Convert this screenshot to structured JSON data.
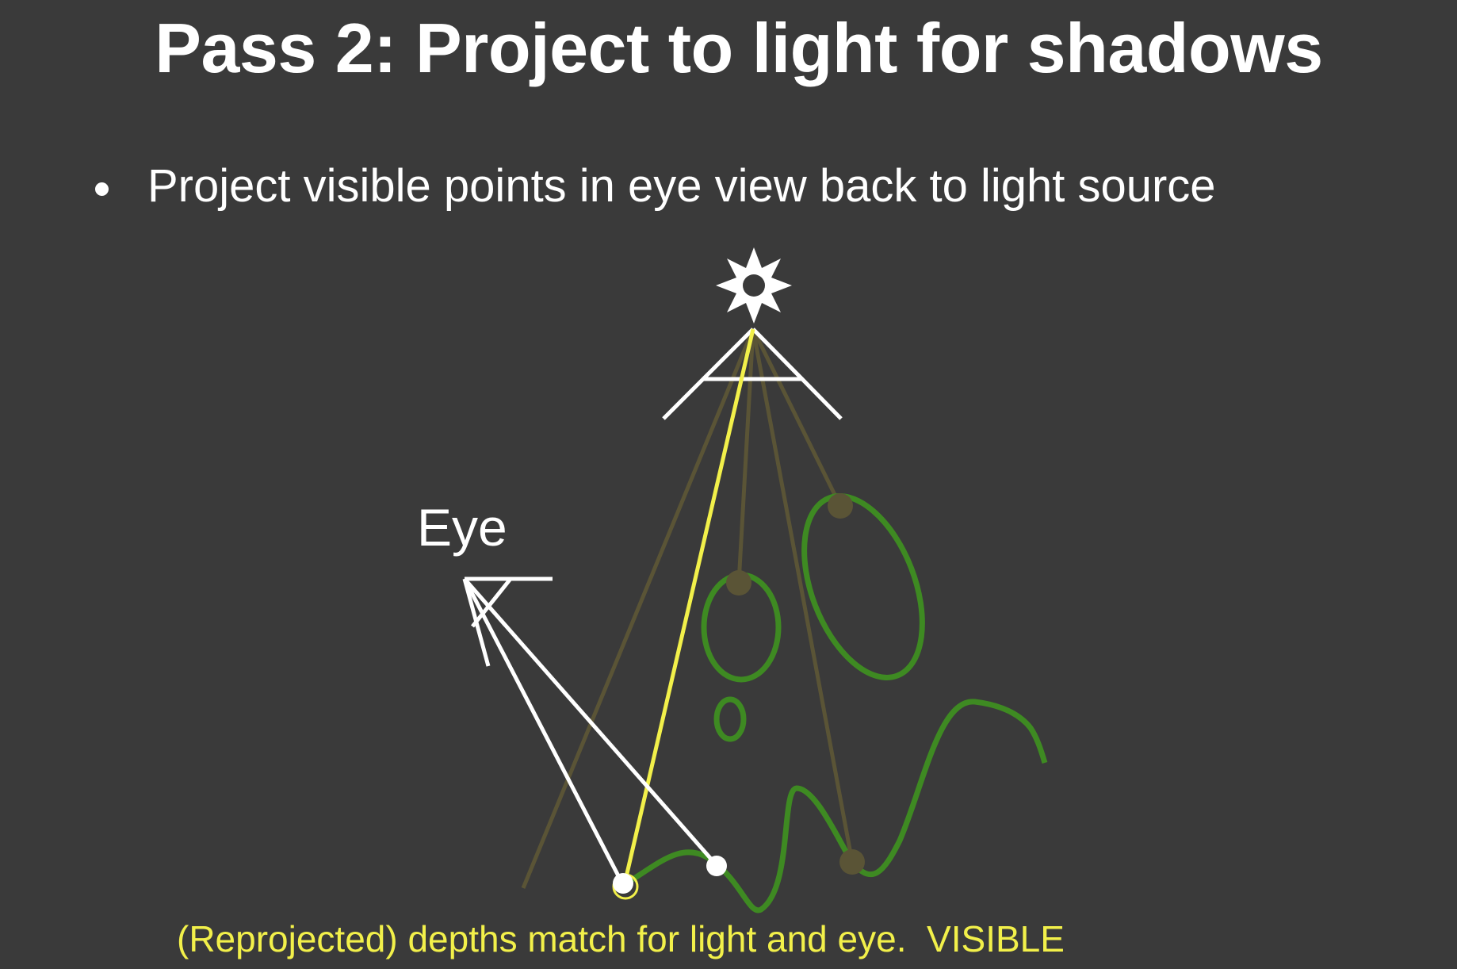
{
  "slide": {
    "title": "Pass 2: Project to light for shadows",
    "bullet": "Project visible points in eye view back to light source",
    "eye_label": "Eye",
    "caption": "(Reprojected) depths match for light and eye.  VISIBLE"
  },
  "colors": {
    "background": "#3a3a3a",
    "text": "#ffffff",
    "highlight_ray": "#f2f04a",
    "dim_ray": "#5a5436",
    "object_outline": "#3e8a22",
    "caption": "#f2f04a"
  },
  "icons": {
    "light": "sun-icon",
    "eye": "eye-frustum-icon"
  }
}
